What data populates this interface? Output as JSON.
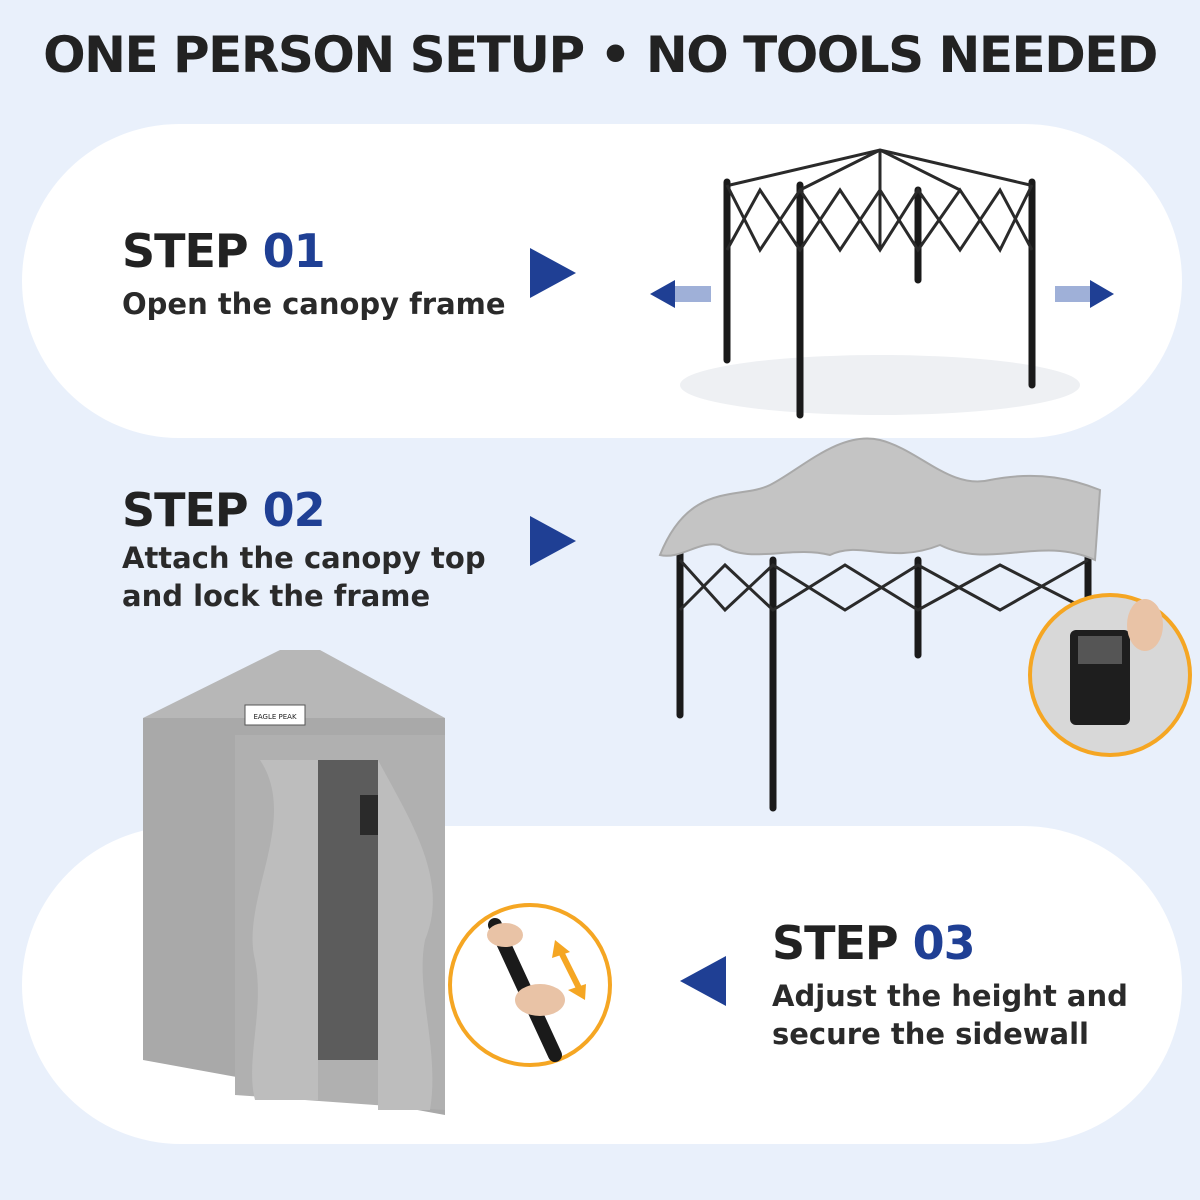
{
  "headline": "ONE PERSON SETUP • NO TOOLS NEEDED",
  "steps": [
    {
      "word": "STEP",
      "number": "01",
      "line1": "Open the canopy frame",
      "line2": ""
    },
    {
      "word": "STEP",
      "number": "02",
      "line1": "Attach the canopy top",
      "line2": "and lock the frame"
    },
    {
      "word": "STEP",
      "number": "03",
      "line1": "Adjust the height and",
      "line2": "secure the sidewall"
    }
  ],
  "logo_text": "EAGLE PEAK",
  "colors": {
    "background": "#e9f0fb",
    "panel": "#ffffff",
    "accent_blue": "#1f3f94",
    "canopy_gray": "#b9b9b9",
    "frame_black": "#1a1a1a",
    "highlight_orange": "#f5a623"
  },
  "icons": {
    "step1_indicator": "triangle-right",
    "step2_indicator": "triangle-right",
    "step3_indicator": "triangle-left",
    "expand_left": "arrow-left",
    "expand_right": "arrow-right",
    "adjust": "double-arrow"
  }
}
